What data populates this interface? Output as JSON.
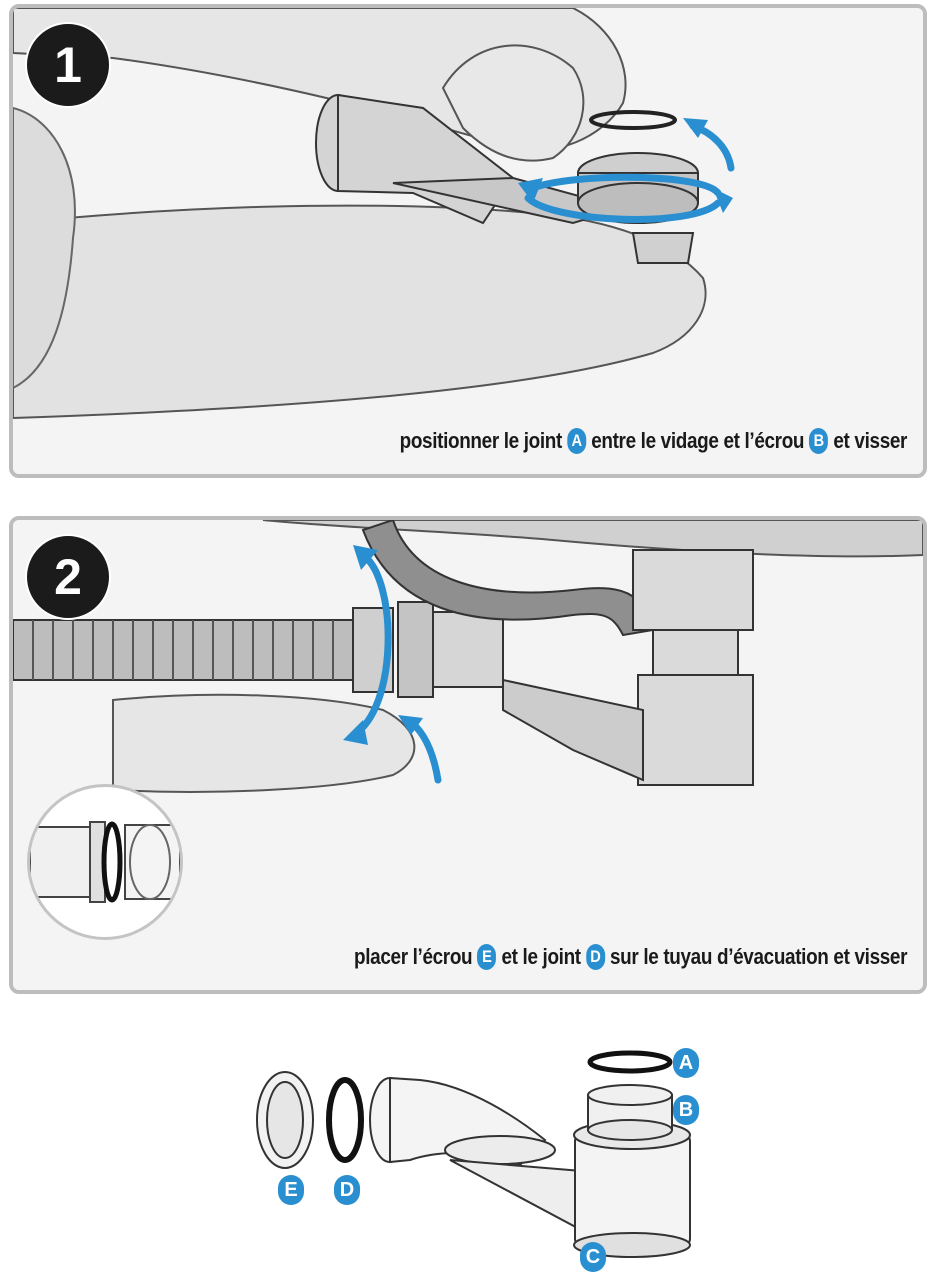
{
  "steps": [
    {
      "number": "1",
      "caption": {
        "part1": "positionner le joint",
        "label1": "A",
        "part2": "entre le vidage et l’écrou",
        "label2": "B",
        "part3": "et visser"
      }
    },
    {
      "number": "2",
      "caption": {
        "part1": "placer l’écrou",
        "label1": "E",
        "part2": "et le joint",
        "label2": "D",
        "part3": "sur le tuyau d’évacuation et visser"
      }
    }
  ],
  "parts": {
    "labels": {
      "a": "A",
      "b": "B",
      "c": "C",
      "d": "D",
      "e": "E"
    }
  },
  "colors": {
    "accent": "#2a8fd1",
    "badge": "#1b1b1b",
    "border": "#bdbdbd",
    "text": "#1a1a1a"
  },
  "icons": [
    "rotate-arrow-icon",
    "step-number-badge",
    "part-letter-badge"
  ]
}
